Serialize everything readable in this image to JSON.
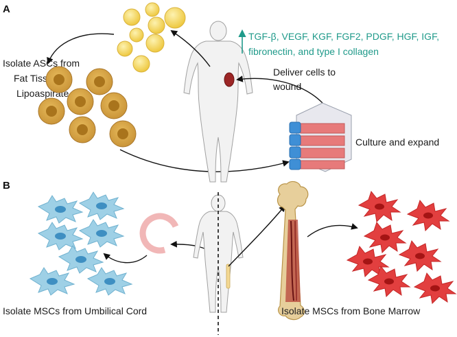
{
  "panel_a": {
    "letter": "A",
    "isolate_label_line1": "Isolate ASCs from",
    "isolate_label_line2": "Fat Tissue or",
    "isolate_label_line3": "Lipoaspirate",
    "factors_line1": "TGF-β, VEGF, KGF, FGF2, PDGF, HGF, IGF,",
    "factors_line2": "fibronectin, and type I collagen",
    "deliver_line1": "Deliver cells to",
    "deliver_line2": "wound",
    "culture_label": "Culture and expand"
  },
  "panel_b": {
    "letter": "B",
    "umbilical_label": "Isolate MSCs from Umbilical Cord",
    "bone_marrow_label": "Isolate MSCs from Bone Marrow"
  },
  "colors": {
    "teal": "#1f9a8a",
    "fat_cell": "#f6d765",
    "asc_cell": "#d9a93f",
    "asc_nucleus": "#a9741c",
    "flask_red": "#e77a7a",
    "flask_cap": "#3f8fd6",
    "msc_blue": "#9ed0e6",
    "msc_nucleus": "#3e8fc2",
    "msc_red": "#e23f3f",
    "msc_red_nucleus": "#a41414",
    "umbilical_ring": "#f1b7b7",
    "bone": "#e7cf9b"
  }
}
